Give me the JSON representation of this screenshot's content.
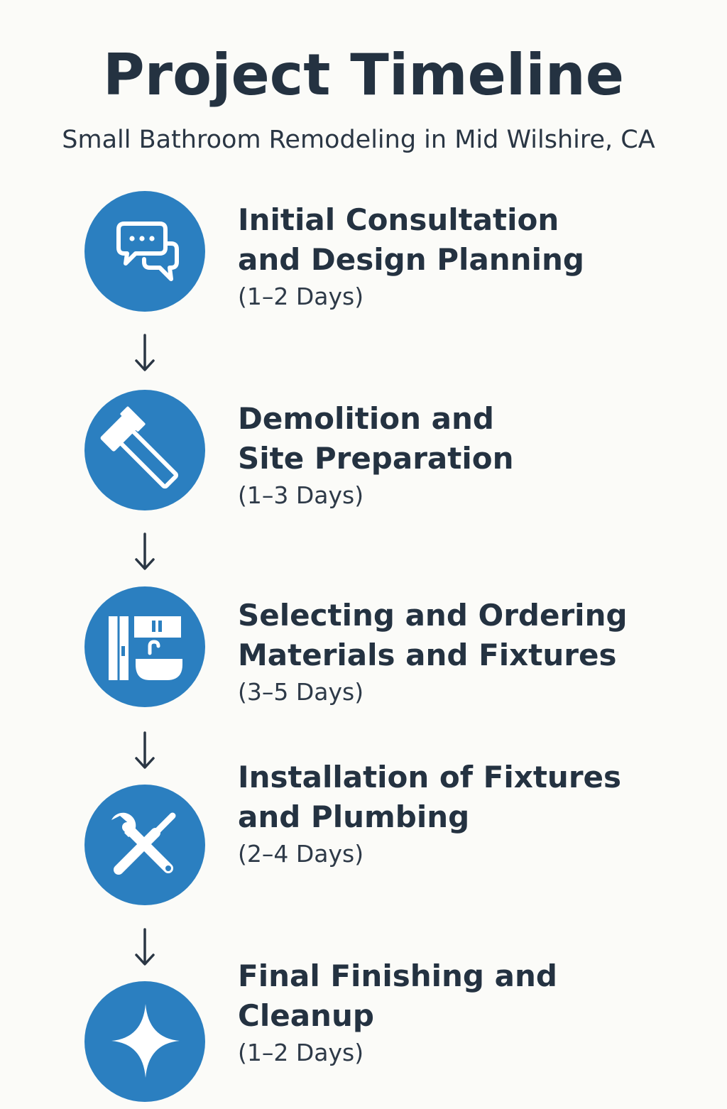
{
  "header": {
    "title": "Project Timeline",
    "subtitle": "Small Bathroom Remodeling in Mid Wilshire, CA"
  },
  "colors": {
    "accent": "#2b7fc0",
    "text": "#243241",
    "background": "#fbfbf8"
  },
  "steps": [
    {
      "title_line1": "Initial Consultation",
      "title_line2": "and Design Planning",
      "duration": "(1–2 Days)",
      "icon": "chat-bubbles-icon"
    },
    {
      "title_line1": "Demolition and",
      "title_line2": "Site Preparation",
      "duration": "(1–3 Days)",
      "icon": "hammer-icon"
    },
    {
      "title_line1": "Selecting and Ordering",
      "title_line2": "Materials and Fixtures",
      "duration": "(3–5 Days)",
      "icon": "fixtures-icon"
    },
    {
      "title_line1": "Installation of Fixtures",
      "title_line2": "and Plumbing",
      "duration": "(2–4 Days)",
      "icon": "tools-icon"
    },
    {
      "title_line1": "Final Finishing and",
      "title_line2": "Cleanup",
      "duration": "(1–2 Days)",
      "icon": "sparkle-icon"
    }
  ]
}
